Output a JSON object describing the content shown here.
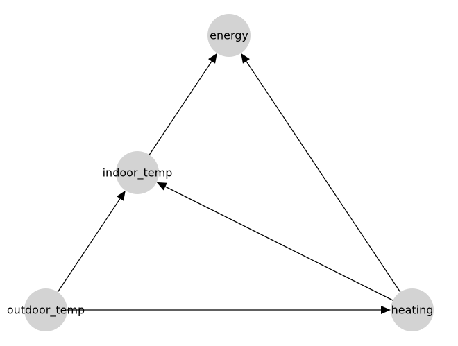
{
  "diagram": {
    "type": "directed-graph",
    "node_color": "#d3d3d3",
    "edge_color": "#000000",
    "nodes": [
      {
        "id": "energy",
        "label": "energy"
      },
      {
        "id": "indoor_temp",
        "label": "indoor_temp"
      },
      {
        "id": "outdoor_temp",
        "label": "outdoor_temp"
      },
      {
        "id": "heating",
        "label": "heating"
      }
    ],
    "edges": [
      {
        "from": "indoor_temp",
        "to": "energy"
      },
      {
        "from": "heating",
        "to": "energy"
      },
      {
        "from": "outdoor_temp",
        "to": "indoor_temp"
      },
      {
        "from": "heating",
        "to": "indoor_temp"
      },
      {
        "from": "outdoor_temp",
        "to": "heating"
      }
    ]
  }
}
